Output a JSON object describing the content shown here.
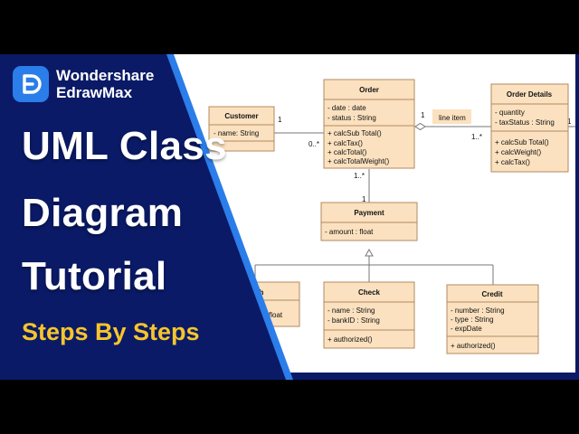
{
  "colors": {
    "navy": "#0a1a66",
    "accent_blue": "#2b7de9",
    "class_fill": "#fbe1bf",
    "class_stroke": "#b08a62",
    "headline": "#ffffff",
    "subtitle": "#f7c52b"
  },
  "brand": {
    "icon": "edrawmax-logo-icon",
    "line1": "Wondershare",
    "line2": "EdrawMax"
  },
  "headline": {
    "line1": "UML Class",
    "line2": "Diagram",
    "line3": "Tutorial"
  },
  "subtitle": "Steps By Steps",
  "diagram": {
    "customer": {
      "name": "Customer",
      "attrs": [
        "-   name: String"
      ]
    },
    "order": {
      "name": "Order",
      "attrs": [
        "-   date : date",
        "-   status : String"
      ],
      "ops": [
        "+   calcSub Total()",
        "+   calcTax()",
        "+   calcTotal()",
        "+   calcTotalWeight()"
      ]
    },
    "order_details": {
      "name": "Order Details",
      "attrs": [
        "-   quantity",
        "-   taxStatus : String"
      ],
      "ops": [
        "+   calcSub Total()",
        "+   calcWeight()",
        "+   calcTax()"
      ]
    },
    "payment": {
      "name": "Payment",
      "attrs": [
        "-   amount : float"
      ]
    },
    "cash": {
      "name": "sh",
      "attrs": [
        "float"
      ]
    },
    "check": {
      "name": "Check",
      "attrs": [
        "-   name : String",
        "-   bankID : String"
      ],
      "ops": [
        "+   authorized()"
      ]
    },
    "credit": {
      "name": "Credit",
      "attrs": [
        "-   number : String",
        "-   type : String",
        "-   expDate"
      ],
      "ops": [
        "+   authorized()"
      ]
    },
    "labels": {
      "line_item": "line item",
      "cust_mult": "1",
      "order_cust_mult": "0..*",
      "order_od_mult": "1",
      "od_order_mult": "1..*",
      "order_pay_mult": "1..*",
      "pay_order_mult": "1",
      "od_right_mult": "1"
    }
  }
}
